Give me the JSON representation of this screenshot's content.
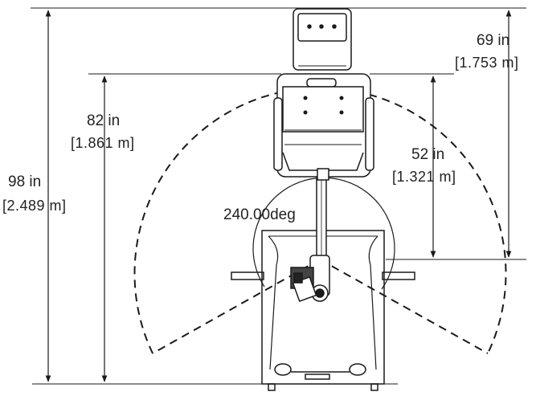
{
  "colors": {
    "line": "#1a1a1a",
    "seat": "#2a2a2a",
    "background": "#ffffff"
  },
  "dimensions": {
    "overall_height": {
      "imperial": "98 in",
      "metric": "[2.489 m]"
    },
    "seat_height": {
      "imperial": "82 in",
      "metric": "[1.861 m]"
    },
    "reach_right": {
      "imperial": "52 in",
      "metric": "[1.321 m]"
    },
    "folded_height": {
      "imperial": "69 in",
      "metric": "[1.753 m]"
    }
  },
  "angle_label": "240.00deg"
}
